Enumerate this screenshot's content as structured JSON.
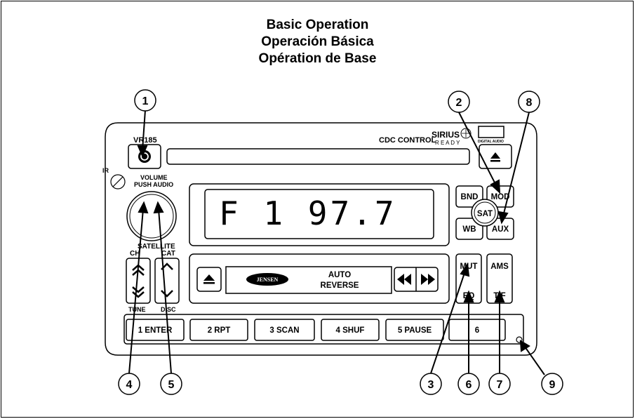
{
  "titles": [
    "Basic Operation",
    "Operación Básica",
    "Opération de Base"
  ],
  "radio": {
    "model": "VR185",
    "cdc_label": "CDC CONTROL",
    "sirius_logo": "SIRIUS",
    "sirius_ready": "R E A D Y",
    "disc_logo": "DIGITAL AUDIO",
    "ir_label": "IR",
    "volume_label": "VOLUME",
    "push_audio_label": "PUSH AUDIO",
    "satellite_label": "SATELLITE",
    "ch_label": "CH",
    "cat_label": "CAT",
    "tune_label": "TUNE",
    "disc_label": "DISC",
    "display_text": "F 1 97.7",
    "jensen_logo": "JENSEN",
    "auto_label": "AUTO",
    "reverse_label": "REVERSE",
    "bnd_label": "BND",
    "mod_label": "MOD",
    "sat_label": "SAT",
    "wb_label": "WB",
    "aux_label": "AUX",
    "mut_label": "MUT",
    "eq_label": "EQ",
    "ams_label": "AMS",
    "tf_label": "T/F",
    "presets": [
      "1 ENTER",
      "2 RPT",
      "3 SCAN",
      "4 SHUF",
      "5 PAUSE",
      "6"
    ]
  },
  "callouts": [
    "1",
    "2",
    "3",
    "4",
    "5",
    "6",
    "7",
    "8",
    "9"
  ]
}
